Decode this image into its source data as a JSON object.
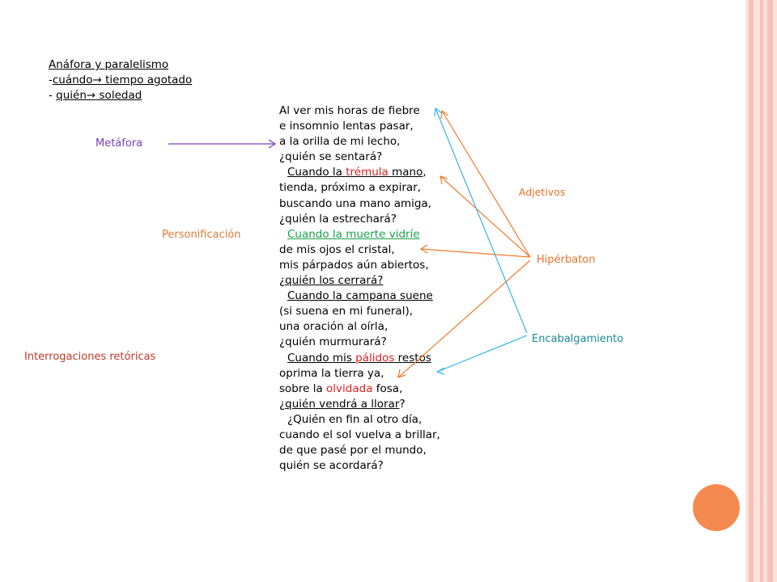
{
  "colors": {
    "stripe_light": "#fbe3dd",
    "stripe_mid": "#f6c2b4",
    "accent_orange": "#f58a51",
    "metafora_purple": "#7a3db8",
    "label_orange": "#e9722a",
    "label_teal": "#1a8a9a",
    "personif_orange": "#e07a3a",
    "retoricas_red": "#c0392b",
    "arrow_orange": "#f07a2c",
    "arrow_cyan": "#35b5e8",
    "arrow_purple": "#7a3db8"
  },
  "top_notes": {
    "title": "Anáfora y paralelismo",
    "line1_prefix": "-",
    "line1": "cuándo",
    "line1_rest": " tiempo agotado",
    "line2_prefix": "- ",
    "line2": "quién",
    "line2_rest": " soledad",
    "arrow_glyph": "→"
  },
  "labels": {
    "metafora": "Metáfora",
    "personificacion": "Personificación",
    "interrogaciones": "Interrogaciones retóricas",
    "adjetivos": "Adjetivos",
    "hiperbaton": "Hipérbaton",
    "encabalgamiento": "Encabalgamiento"
  },
  "poem": {
    "l1": "Al ver mis horas de fiebre",
    "l2": "e insomnio lentas pasar,",
    "l3": "a la orilla de mi lecho,",
    "l4": "¿quién se sentará?",
    "l5a": "Cuando la ",
    "l5b": "trémula",
    "l5c": " mano",
    "l5d": ",",
    "l6": "tienda, próximo a expirar,",
    "l7": "buscando una mano amiga,",
    "l8": "¿quién la estrechará?",
    "l9": "Cuando la muerte vidríe",
    "l10": "de mis ojos el cristal,",
    "l11": "mis párpados aún abiertos,",
    "l12a": "¿",
    "l12b": "quién los cerrará?",
    "l13": "Cuando la campana suene",
    "l14": "(si suena en mi funeral),",
    "l15": "una oración al oírla,",
    "l16": "¿quién murmurará?",
    "l17a": "Cuando mis ",
    "l17b": "pálidos",
    "l17c": " restos",
    "l18": "oprima la tierra ya,",
    "l19a": "sobre la ",
    "l19b": "olvidada",
    "l19c": " fosa,",
    "l20a": "¿",
    "l20b": "quién vendrá a llorar",
    "l20c": "?",
    "l21": "¿Quién en fin al otro día,",
    "l22": "cuando el sol vuelva a brillar,",
    "l23": "de que pasé por el mundo,",
    "l24": "quién se acordará?"
  }
}
